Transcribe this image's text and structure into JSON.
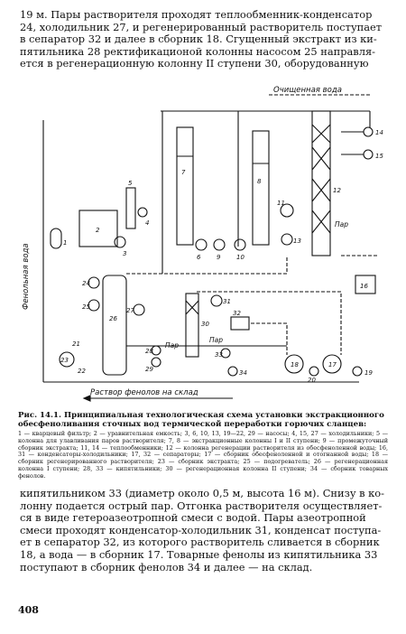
{
  "top_paragraph": [
    "19 м. Пары растворителя проходят теплообменник-конденсатор",
    "24, холодильник 27, и регенерированный растворитель поступает",
    "в сепаратор 32 и далее в сборник 18. Сгущенный экстракт из ки-",
    "пятильника 28 ректификационой колонны насосом 25 направля-",
    "ется в регенерационную колонну II ступени 30, оборудованную"
  ],
  "figure": {
    "labels": {
      "clean_water": "Очищенная вода",
      "phenol_water": "Фенольная вода",
      "phenol_solution": "Раствор фенолов на склад",
      "steam1": "Пар",
      "steam2": "Пар",
      "steam3": "Пар"
    },
    "numbers": [
      "1",
      "2",
      "3",
      "4",
      "5",
      "6",
      "7",
      "8",
      "9",
      "10",
      "11",
      "12",
      "13",
      "14",
      "15",
      "16",
      "17",
      "18",
      "19",
      "20",
      "21",
      "22",
      "23",
      "24",
      "25",
      "26",
      "27",
      "28",
      "29",
      "30",
      "31",
      "32",
      "33",
      "34"
    ]
  },
  "caption": {
    "title": "Рис. 14.1. Принципиальная технологическая схема установки экстракционного обесфеноливания сточных вод термической переработки горючих сланцев:",
    "legend": "1 — кварцевый фильтр; 2 — уравнительная емкость; 3, 6, 10, 13, 19—22, 29 — насосы; 4, 15, 27 — холодильники; 5 — колонна для улавливания паров растворителя; 7, 8 — экстракционные колонны I и II ступени; 9 — промежуточный сборник экстракта; 11, 14 — теплообменники; 12 — колонна регенерации растворителя из обесфеноленной воды; 16, 31 — конденсаторы-холодильники; 17, 32 — сепараторы; 17 — сборник обесфеноленной и отогнанной воды; 18 — сборник регенерированного растворителя; 23 — сборник экстракта; 25 — подогреватель; 26 — регенерационная колонна I ступени; 28, 33 — кипятильники; 30 — регенерационная колонна II ступени; 34 — сборник товарных фенолов."
  },
  "bottom_paragraph": [
    "кипятильником 33 (диаметр около 0,5 м, высота 16 м). Снизу в ко-",
    "лонну подается острый пар. Отгонка растворителя осуществляет-",
    "ся в виде гетероазеотропной смеси с водой. Пары азеотропной",
    "смеси проходят конденсатор-холодильник 31, конденсат поступа-",
    "ет в сепаратор 32, из которого растворитель сливается в сборник",
    "18, а вода — в сборник 17. Товарные фенолы из кипятильника 33",
    "поступают в сборник фенолов 34 и далее — на склад."
  ],
  "page_number": "408"
}
